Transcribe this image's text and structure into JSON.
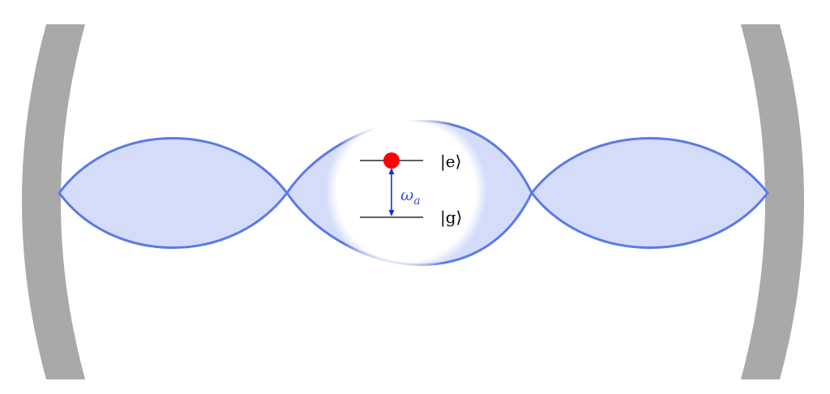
{
  "diagram": {
    "excited_state_label": "|e⟩",
    "ground_state_label": "|g⟩",
    "transition_label": {
      "symbol": "ω",
      "subscript": "a"
    }
  },
  "colors": {
    "mirror": "#a9a9a9",
    "mode_fill": "#d4dcfa",
    "mode_stroke": "#5b7ae6",
    "atom_region": "#ffffff",
    "atom": "#ff0000",
    "transition_arrow": "#1f2ad8",
    "transition_label": "#3c4fe0",
    "level_line": "#000000",
    "state_label": "#000000"
  }
}
